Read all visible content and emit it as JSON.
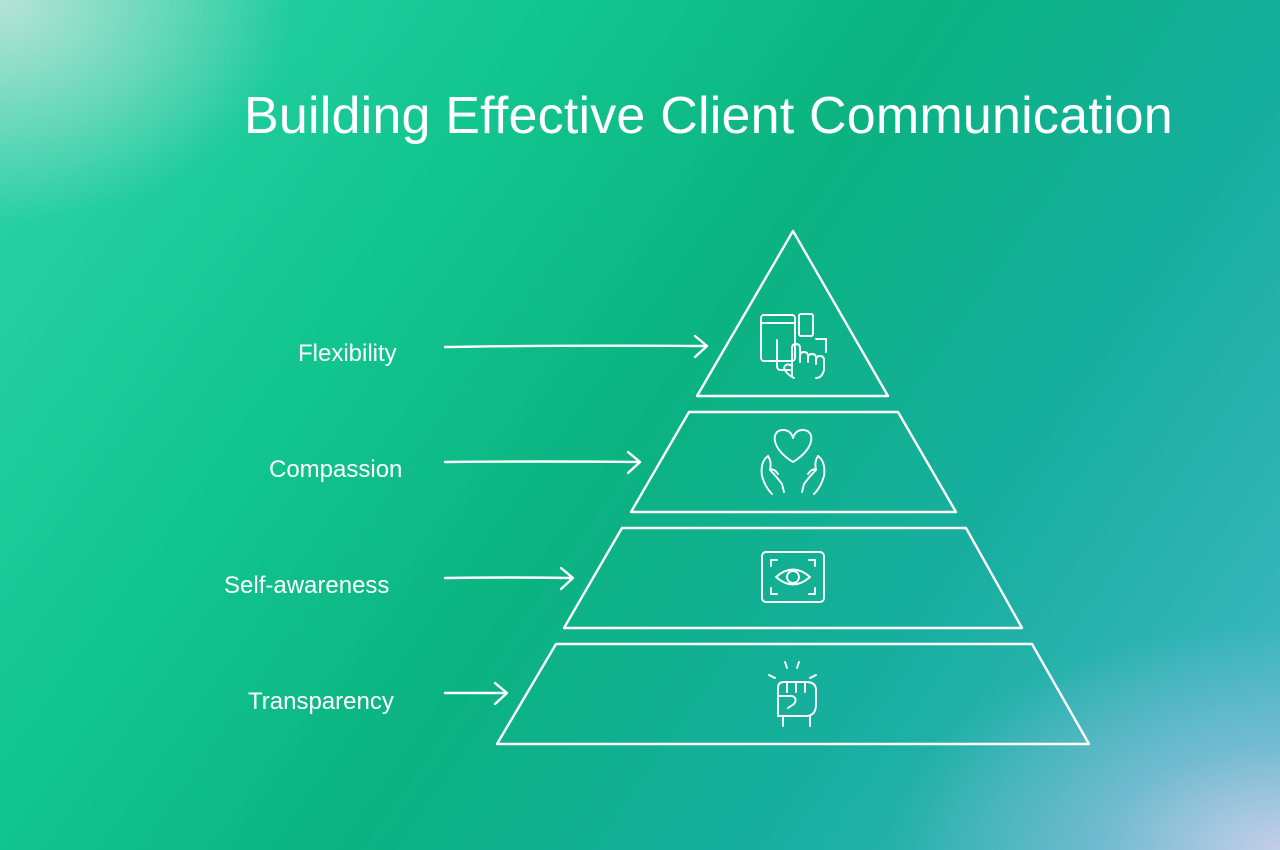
{
  "title": "Building Effective Client Communication",
  "layers": [
    {
      "label": "Flexibility",
      "icon": "devices-touch-icon"
    },
    {
      "label": "Compassion",
      "icon": "heart-hands-icon"
    },
    {
      "label": "Self-awareness",
      "icon": "eye-focus-icon"
    },
    {
      "label": "Transparency",
      "icon": "raised-fist-icon"
    }
  ],
  "colors": {
    "stroke": "#ffffff",
    "background_start": "#2fd4ab",
    "background_mid": "#0bb381",
    "background_end": "#45b9c6"
  }
}
